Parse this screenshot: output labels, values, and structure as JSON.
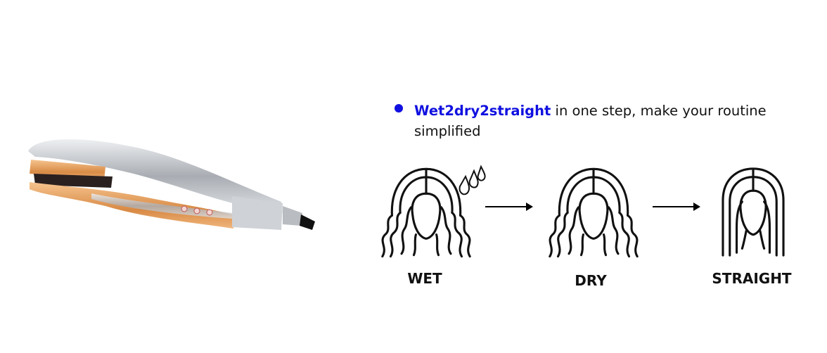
{
  "headline": {
    "highlight": "Wet2dry2straight",
    "rest": " in one step, make your routine simplified"
  },
  "steps": [
    {
      "label": "WET",
      "icon": "wet-wavy-hair-icon"
    },
    {
      "label": "DRY",
      "icon": "dry-wavy-hair-icon"
    },
    {
      "label": "STRAIGHT",
      "icon": "straight-hair-icon"
    }
  ],
  "colors": {
    "accent": "#1010e0",
    "product_copper": "#e9a25f",
    "product_silver": "#c9cbcf"
  }
}
